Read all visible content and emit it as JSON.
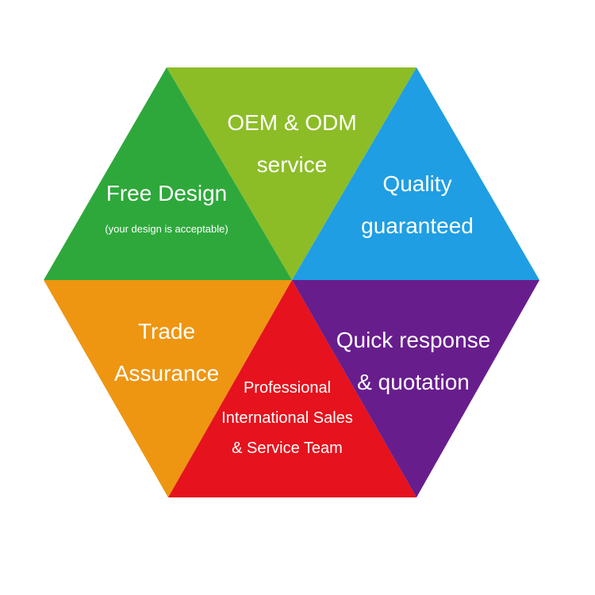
{
  "diagram": {
    "segments": [
      {
        "id": "oem",
        "color": "#8cbd27",
        "lines": [
          "OEM & ODM",
          "service"
        ]
      },
      {
        "id": "free",
        "color": "#2ea83b",
        "lines": [
          "Free Design"
        ],
        "subline": "(your design is acceptable)"
      },
      {
        "id": "quality",
        "color": "#1f9ee3",
        "lines": [
          "Quality",
          "guaranteed"
        ]
      },
      {
        "id": "trade",
        "color": "#ee9611",
        "lines": [
          "Trade",
          "Assurance"
        ]
      },
      {
        "id": "team",
        "color": "#e6121d",
        "lines": [
          "Professional",
          "International Sales",
          "& Service Team"
        ]
      },
      {
        "id": "quick",
        "color": "#681d8d",
        "lines": [
          "Quick response",
          "& quotation"
        ]
      }
    ]
  }
}
